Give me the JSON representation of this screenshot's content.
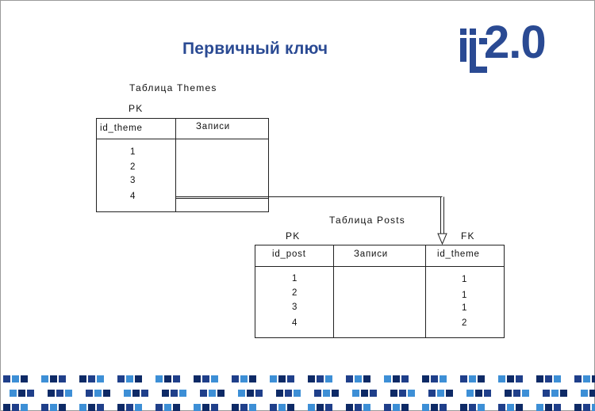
{
  "slide": {
    "title": "Первичный ключ",
    "logo": {
      "icon": "it-2.0-logo",
      "text": "2.0",
      "color": "#2a4a93"
    },
    "accent_color": "#2a4a93",
    "pattern_colors": [
      "#1f3f8a",
      "#3d8fd6",
      "#0e2a66"
    ]
  },
  "themes_table": {
    "caption": "Таблица Themes",
    "key_label": "PK",
    "headers": [
      "id_theme",
      "Записи"
    ],
    "ids": [
      "1",
      "2",
      "3",
      "4"
    ]
  },
  "posts_table": {
    "caption": "Таблица Posts",
    "pk_label": "PK",
    "fk_label": "FK",
    "headers": [
      "id_post",
      "Записи",
      "id_theme"
    ],
    "ids": [
      "1",
      "2",
      "3",
      "4"
    ],
    "theme_ids": [
      "1",
      "1",
      "1",
      "2"
    ]
  }
}
